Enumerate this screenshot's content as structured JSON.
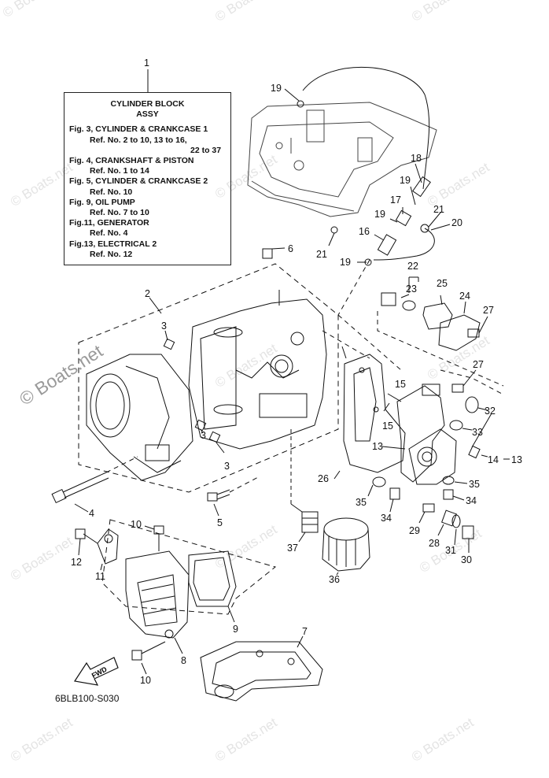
{
  "watermark": "© Boats.net",
  "box": {
    "title1": "CYLINDER  BLOCK",
    "title2": "ASSY",
    "lines": [
      "Fig. 3, CYLINDER & CRANKCASE 1",
      "Ref. No. 2 to 10, 13 to 16,",
      "22 to 37",
      "Fig. 4, CRANKSHAFT & PISTON",
      "Ref. No. 1 to 14",
      "Fig. 5, CYLINDER & CRANKCASE 2",
      "Ref. No. 10",
      "Fig. 9, OIL PUMP",
      "Ref. No. 7 to 10",
      "Fig.11, GENERATOR",
      "Ref. No. 4",
      "Fig.13, ELECTRICAL 2",
      "Ref. No. 12"
    ]
  },
  "callouts": {
    "n1": "1",
    "n2": "2",
    "n3a": "3",
    "n3b": "3",
    "n3c": "3",
    "n4": "4",
    "n5": "5",
    "n6": "6",
    "n7": "7",
    "n8": "8",
    "n9": "9",
    "n10a": "10",
    "n10b": "10",
    "n11": "11",
    "n12": "12",
    "n13a": "13",
    "n13b": "13",
    "n14": "14",
    "n15a": "15",
    "n15b": "15",
    "n16": "16",
    "n17": "17",
    "n18": "18",
    "n19a": "19",
    "n19b": "19",
    "n19c": "19",
    "n19d": "19",
    "n20": "20",
    "n21a": "21",
    "n21b": "21",
    "n22": "22",
    "n23": "23",
    "n24": "24",
    "n25": "25",
    "n26": "26",
    "n27a": "27",
    "n27b": "27",
    "n28": "28",
    "n29": "29",
    "n30": "30",
    "n31": "31",
    "n32": "32",
    "n33": "33",
    "n34a": "34",
    "n34b": "34",
    "n35a": "35",
    "n35b": "35",
    "n36": "36",
    "n37": "37"
  },
  "fwd": "FWD",
  "drawing_code": "6BLB100-S030"
}
